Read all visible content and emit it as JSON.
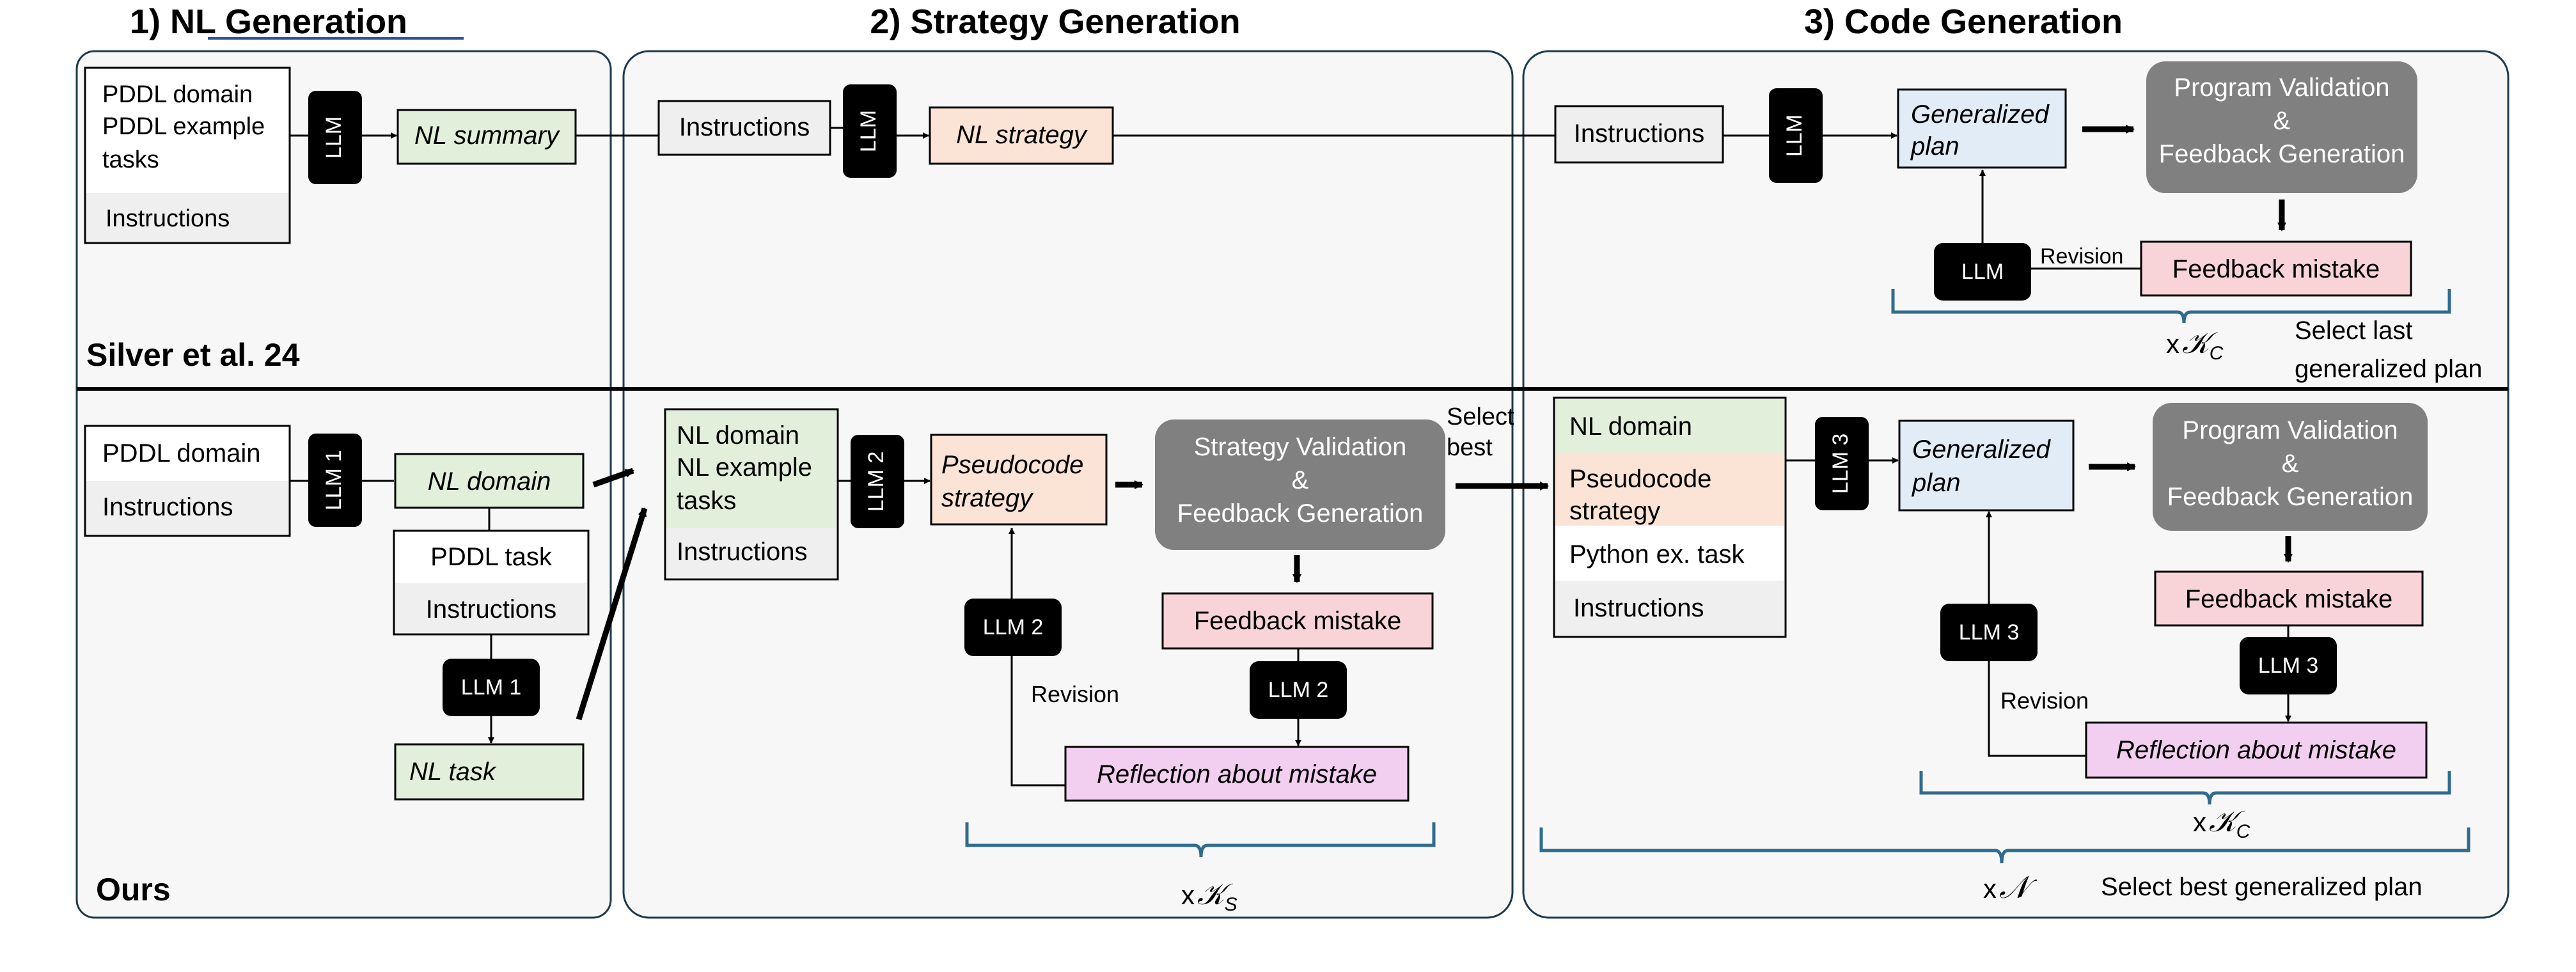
{
  "headers": {
    "nl_generation": "1) NL Generation",
    "strategy_generation": "2) Strategy Generation",
    "code_generation": "3) Code Generation"
  },
  "rows": {
    "baseline_label": "Silver et al. 24",
    "ours_label": "Ours"
  },
  "top": {
    "input_box": [
      "PDDL domain",
      "PDDL example",
      "tasks"
    ],
    "instructions": "Instructions",
    "llm": "LLM",
    "nl_summary": "NL summary",
    "strategy_instructions": "Instructions",
    "nl_strategy": "NL strategy",
    "code_instructions": "Instructions",
    "generalized_plan": [
      "Generalized",
      "plan"
    ],
    "program_validation": [
      "Program Validation",
      "&",
      "Feedback Generation"
    ],
    "feedback_mistake": "Feedback mistake",
    "revision": "Revision",
    "multiplier": "x",
    "select_last": [
      "Select last",
      "generalized plan"
    ]
  },
  "bottom": {
    "pddl_domain": "PDDL domain",
    "instructions": "Instructions",
    "llm1": "LLM 1",
    "nl_domain": "NL domain",
    "pddl_task": "PDDL task",
    "task_instructions": "Instructions",
    "nl_task": "NL task",
    "strategy_input": [
      "NL domain",
      "NL example",
      "tasks"
    ],
    "strategy_instructions": "Instructions",
    "llm2": "LLM 2",
    "pseudocode_strategy": [
      "Pseudocode",
      "strategy"
    ],
    "strategy_validation": [
      "Strategy Validation",
      "&",
      "Feedback Generation"
    ],
    "feedback_mistake": "Feedback mistake",
    "reflection": "Reflection about mistake",
    "revision": "Revision",
    "select_best": [
      "Select",
      "best"
    ],
    "code_input_nl_domain": "NL domain",
    "code_input_pseudocode": [
      "Pseudocode",
      "strategy"
    ],
    "code_input_python": "Python ex. task",
    "code_input_instructions": "Instructions",
    "llm3": "LLM 3",
    "generalized_plan": [
      "Generalized",
      "plan"
    ],
    "program_validation": [
      "Program Validation",
      "&",
      "Feedback Generation"
    ],
    "multiplier": "x",
    "select_best_plan": "Select best generalized plan"
  },
  "colors": {
    "green": "#e2efda",
    "salmon": "#fbe3d6",
    "blue": "#e1ecf7",
    "pink": "#f8d3d8",
    "violet": "#f2cff0",
    "gray_box": "#808080",
    "panel": "#f7f7f7",
    "brace": "#2f6b8f",
    "llm": "#000000"
  }
}
